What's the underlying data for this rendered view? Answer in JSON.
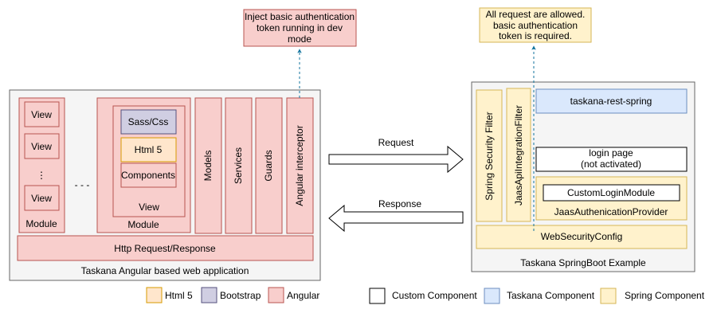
{
  "notes": {
    "angular": [
      "Inject basic authentication",
      "token running in dev",
      "mode"
    ],
    "spring": [
      "All request are allowed.",
      "basic authentication",
      "token is required."
    ]
  },
  "angular_app": {
    "caption": "Taskana Angular based web application",
    "module_views": [
      "View",
      "View",
      "View"
    ],
    "vertical_ellipsis": "⋮",
    "module_label": "Module",
    "horizontal_ellipsis": "- - -",
    "module2_items": [
      "Sass/Css",
      "Html 5",
      "Components"
    ],
    "module2_view_label": "View",
    "module2_label": "Module",
    "columns": [
      "Models",
      "Services",
      "Guards",
      "Angular interceptor"
    ],
    "http_bar": "Http Request/Response"
  },
  "flow": {
    "request": "Request",
    "response": "Response"
  },
  "spring_app": {
    "caption": "Taskana SpringBoot Example",
    "filters": [
      "Spring Security Filter",
      "JaasApiIntegrationFilter"
    ],
    "rest": "taskana-rest-spring",
    "login_page": [
      "login page",
      "(not activated)"
    ],
    "custom_login_module": "CustomLoginModule",
    "jaas_provider": "JaasAuthenicationProvider",
    "web_security_config": "WebSecurityConfig"
  },
  "legend": [
    {
      "label": "Html 5",
      "color": "#ffe6cc",
      "border": "#d79b00"
    },
    {
      "label": "Bootstrap",
      "color": "#d0cee2",
      "border": "#56517e"
    },
    {
      "label": "Angular",
      "color": "#f8cecc",
      "border": "#b85450"
    },
    {
      "label": "Custom Component",
      "color": "#ffffff",
      "border": "#000000"
    },
    {
      "label": "Taskana Component",
      "color": "#dae8fc",
      "border": "#6c8ebf"
    },
    {
      "label": "Spring Component",
      "color": "#fff2cc",
      "border": "#d6b656"
    }
  ],
  "colors": {
    "container_fill": "#f5f5f5",
    "container_stroke": "#666666",
    "angular_fill": "#f8cecc",
    "angular_stroke": "#b85450",
    "spring_fill": "#fff2cc",
    "spring_stroke": "#d6b656",
    "taskana_fill": "#dae8fc",
    "taskana_stroke": "#6c8ebf",
    "html_fill": "#ffe6cc",
    "html_stroke": "#d79b00",
    "bootstrap_fill": "#d0cee2",
    "bootstrap_stroke": "#56517e",
    "connector": "#10739e"
  }
}
